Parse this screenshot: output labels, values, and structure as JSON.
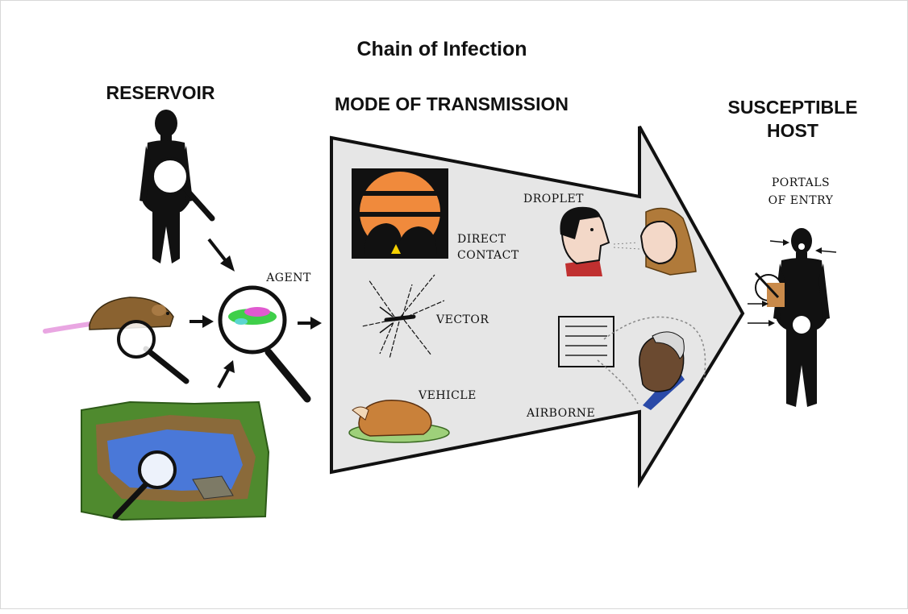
{
  "title": "Chain of Infection",
  "headings": {
    "reservoir": "RESERVOIR",
    "mode": "MODE OF TRANSMISSION",
    "host_line1": "SUSCEPTIBLE",
    "host_line2": "HOST"
  },
  "labels": {
    "agent": "AGENT",
    "droplet": "DROPLET",
    "direct_line1": "DIRECT",
    "direct_line2": "CONTACT",
    "vector": "VECTOR",
    "vehicle": "VEHICLE",
    "airborne": "AIRBORNE",
    "portals_line1": "PORTALS",
    "portals_line2": "OF ENTRY"
  },
  "colors": {
    "arrow_fill": "#e6e6e6",
    "water": "#4a78d8",
    "grass": "#4f8a2e",
    "soil": "#8a6a3a",
    "rat": "#8a6230",
    "sunset_orange": "#f08a3c",
    "agent_green": "#3fcf4a",
    "agent_pink": "#e05ad0"
  }
}
